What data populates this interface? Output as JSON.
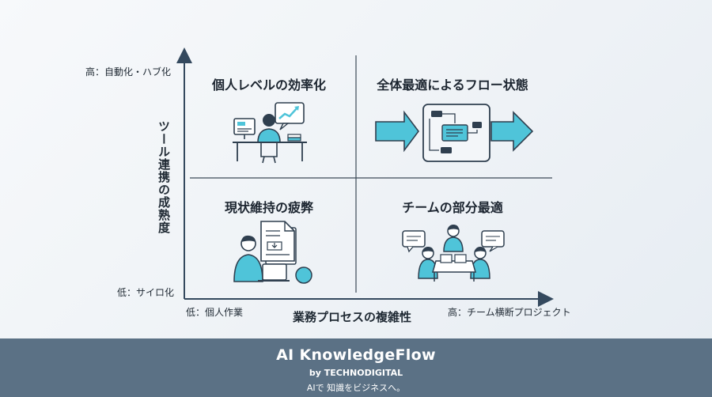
{
  "y_axis": {
    "top_label": "高：自動化・ハブ化",
    "bottom_label": "低：サイロ化",
    "title": "ツール連携の成熟度"
  },
  "x_axis": {
    "left_label": "低：個人作業",
    "right_label": "高：チーム横断プロジェクト",
    "title": "業務プロセスの複雑性"
  },
  "quadrants": {
    "top_left": {
      "title": "個人レベルの効率化",
      "icon": "person-at-desk-chart-icon"
    },
    "top_right": {
      "title": "全体最適によるフロー状態",
      "icon": "flow-pipeline-icon"
    },
    "bottom_left": {
      "title": "現状維持の疲弊",
      "icon": "person-with-documents-icon"
    },
    "bottom_right": {
      "title": "チームの部分最適",
      "icon": "team-meeting-icon"
    }
  },
  "colors": {
    "accent": "#4fc4d9",
    "dark": "#2f3f4f",
    "footer": "#5b7185"
  },
  "footer": {
    "title": "AI KnowledgeFlow",
    "subtitle": "by TECHNODIGITAL",
    "tagline": "AIで 知識をビジネスへ。"
  }
}
